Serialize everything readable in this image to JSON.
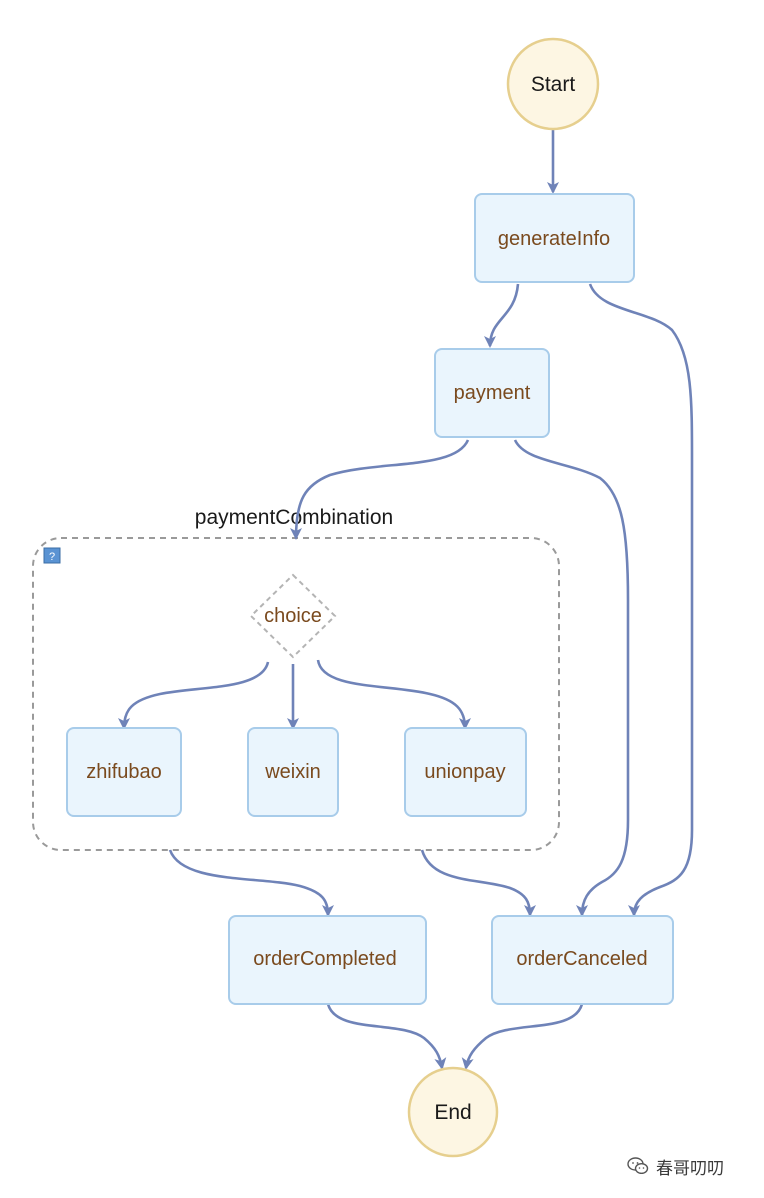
{
  "diagram": {
    "start": {
      "label": "Start"
    },
    "end": {
      "label": "End"
    },
    "group": {
      "label": "paymentCombination",
      "badge": "?"
    },
    "choice": {
      "label": "choice"
    },
    "tasks": {
      "generateInfo": "generateInfo",
      "payment": "payment",
      "zhifubao": "zhifubao",
      "weixin": "weixin",
      "unionpay": "unionpay",
      "orderCompleted": "orderCompleted",
      "orderCanceled": "orderCanceled"
    },
    "colors": {
      "task_fill": "#eaf5fd",
      "task_stroke": "#a8ccea",
      "terminal_fill": "#fdf6e3",
      "terminal_stroke": "#e6cf8e",
      "edge": "#6f83b8",
      "label_text": "#7a4a1e"
    }
  },
  "watermark": {
    "text": "春哥叨叨",
    "icon": "wechat-icon"
  }
}
